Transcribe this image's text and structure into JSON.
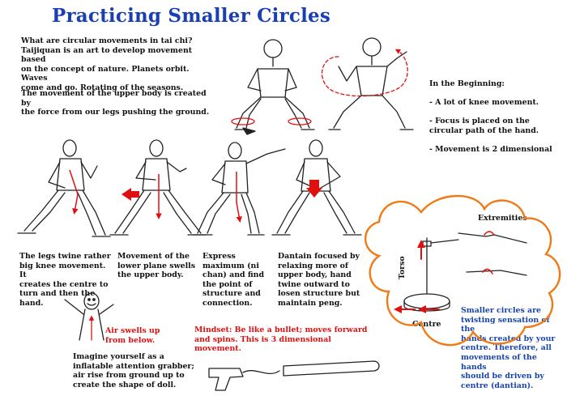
{
  "title": "Practicing Smaller Circles",
  "intro": {
    "paragraph1": "What are circular movements in tai chi?\nTaijiquan is an art to develop movement based\non the concept of nature. Planets orbit. Waves\ncome and go. Rotating of the seasons.",
    "paragraph2": "The movement of the upper body is created by\nthe force from our legs pushing the ground."
  },
  "beginning": {
    "heading": "In the Beginning:",
    "items": [
      "- A lot of knee movement.",
      "- Focus is placed on the\ncircular path of the hand.",
      "- Movement is 2 dimensional"
    ]
  },
  "steps": [
    "The legs twine rather\nbig knee movement. It\ncreates the centre to\nturn and then the\nhand.",
    "Movement of the\nlower plane swells\nthe upper body.",
    "Express\nmaximum (ni\nchan) and find\nthe point of\nstructure and\nconnection.",
    "Dantain focused by\nrelaxing more of\nupper body, hand\ntwine outward to\nlosen structure but\nmaintain peng."
  ],
  "doll": {
    "caption": "Air swells up\nfrom below.",
    "text": "Imagine yourself as a\ninflatable attention grabber;\nair rise from ground up to\ncreate the shape of doll."
  },
  "mindset": "Mindset: Be like a bullet; moves forward\nand spins. This is 3 dimensional\nmovement.",
  "diagram": {
    "extremities": "Extremities",
    "torso": "Torso",
    "centre": "Centre",
    "summary": "Smaller circles are\ntwisting sensation of the\nhands created by your\ncentre. Therefore, all\nmovements of the hands\nshould be driven by\ncentre (dantian)."
  },
  "colors": {
    "title": "#1a3fb3",
    "accent_red": "#e01010",
    "cloud_orange": "#f07a14",
    "summary_blue": "#1744b0"
  }
}
